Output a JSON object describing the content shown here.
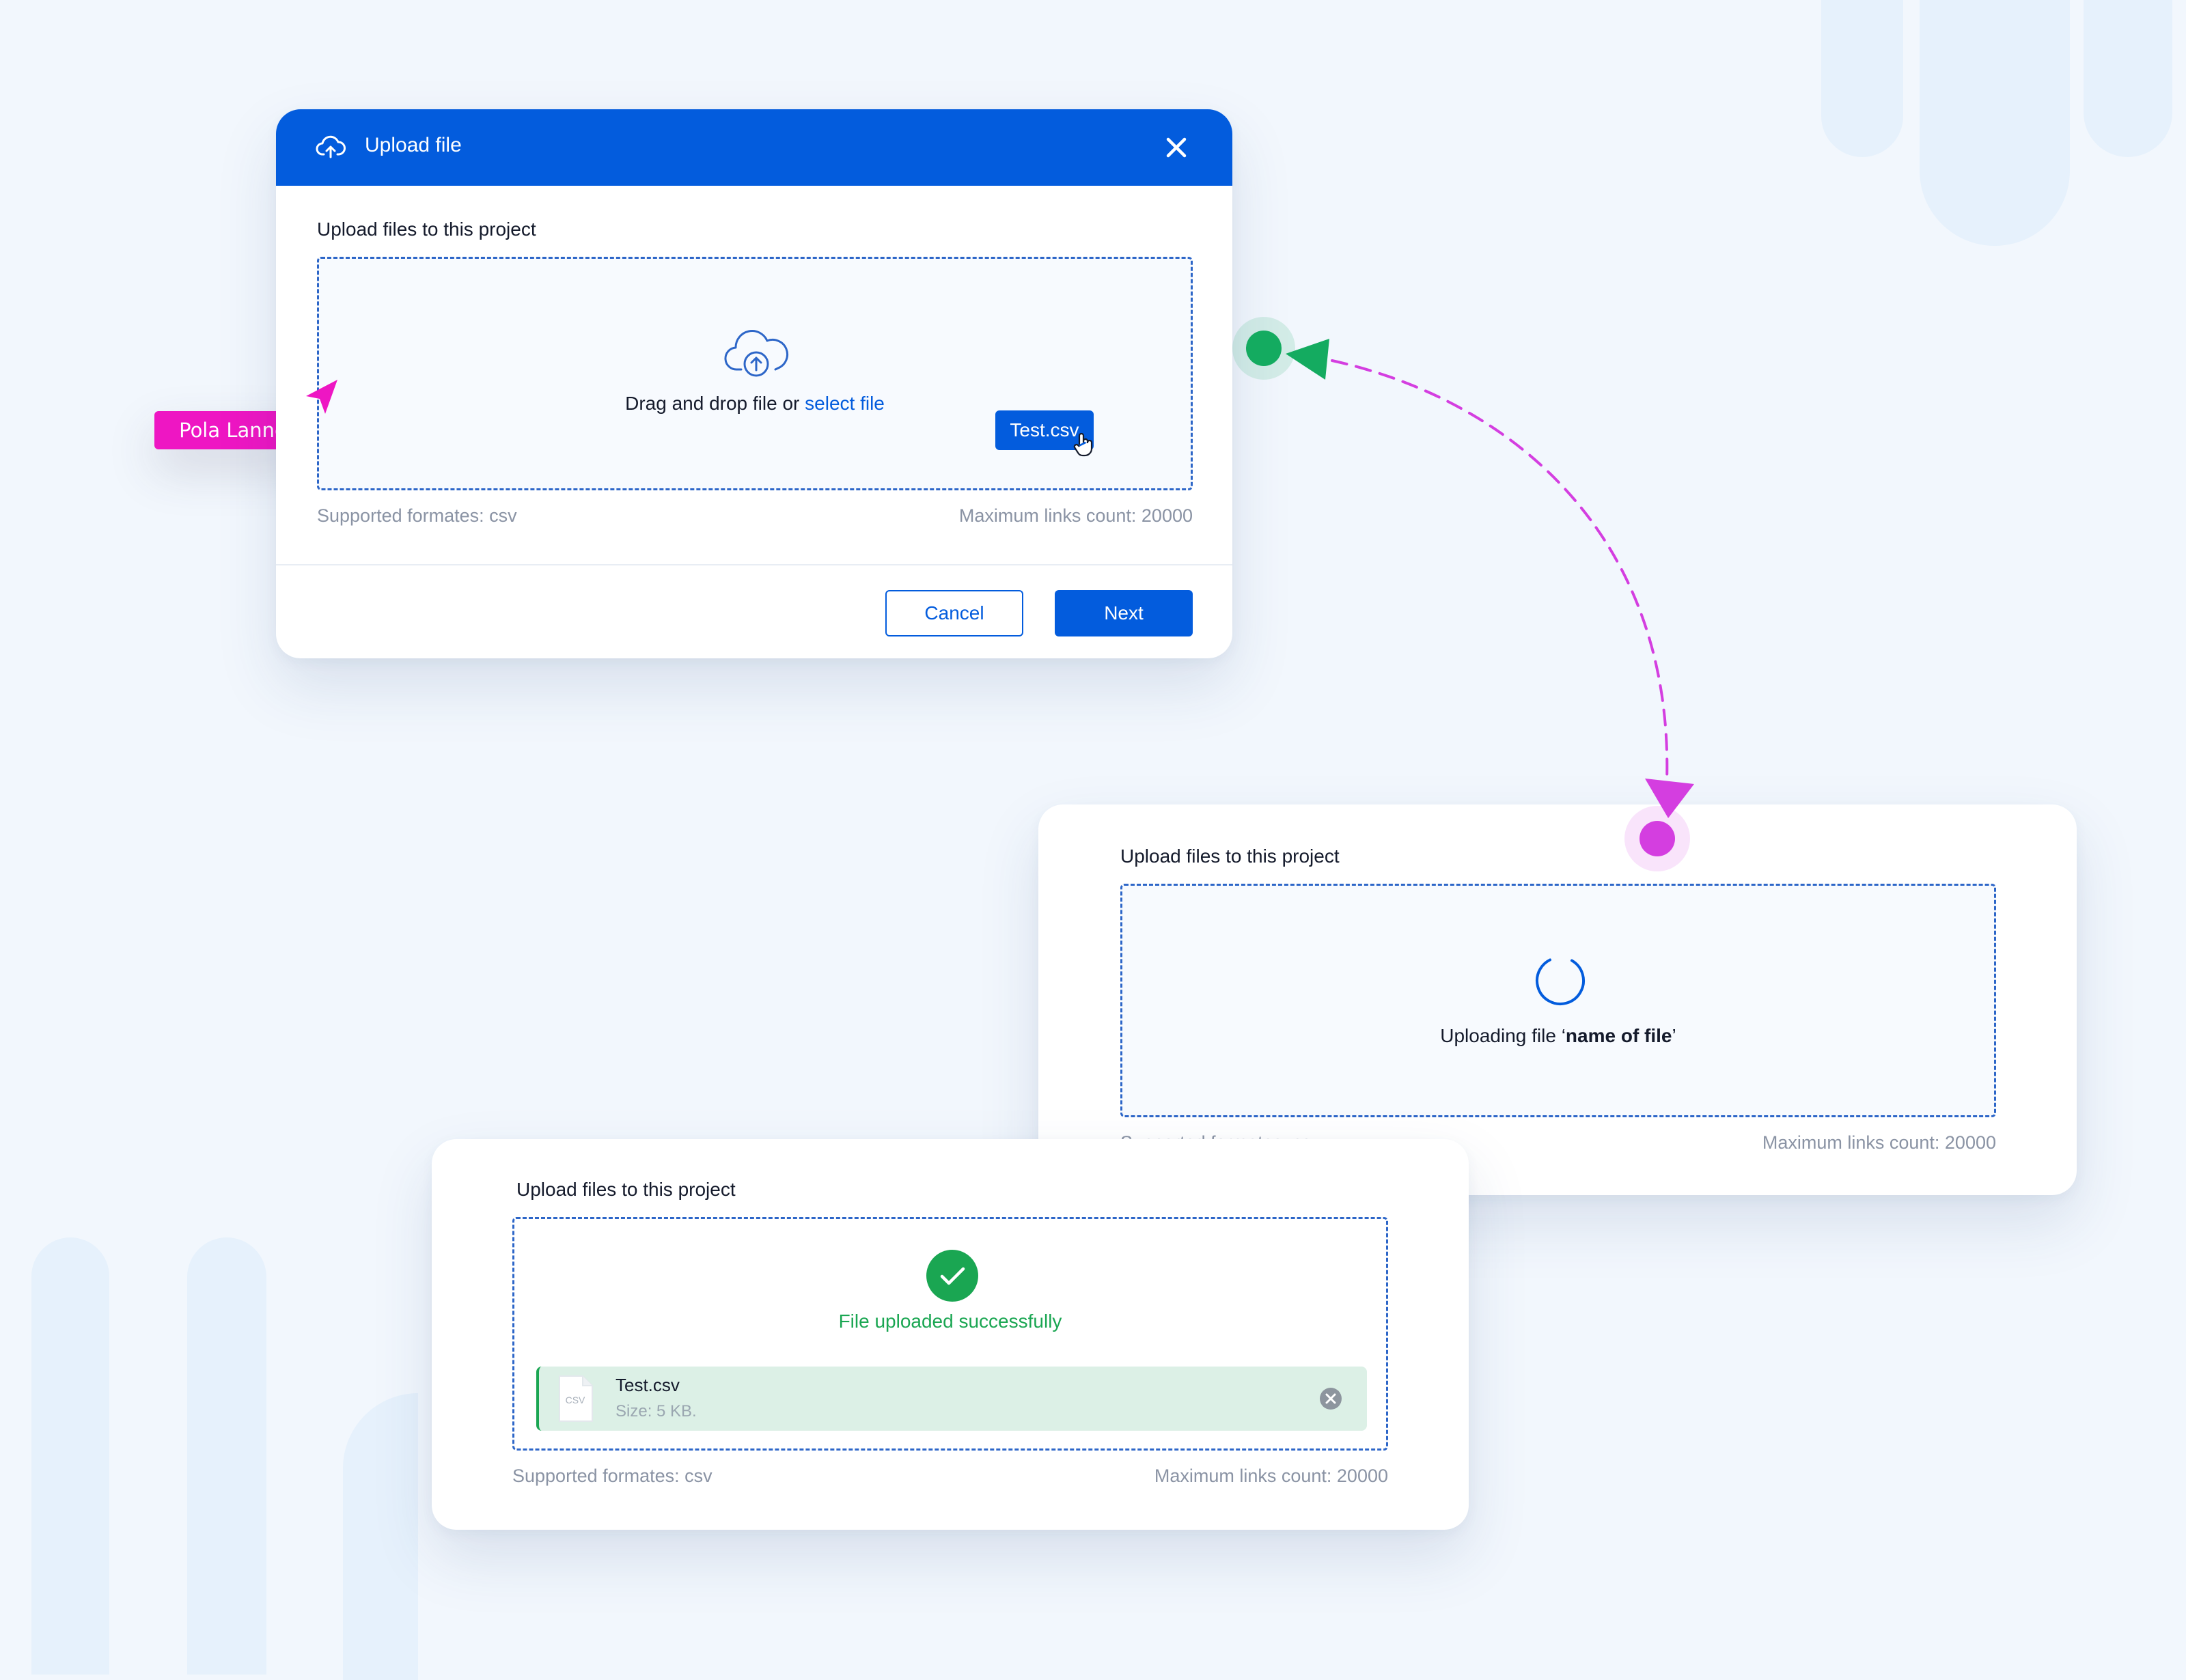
{
  "colors": {
    "brand": "#035cdd",
    "success": "#1aa652",
    "cursor_tag": "#ee16c3",
    "connector": "#d43ee0",
    "connector_start": "#14ab60"
  },
  "modal": {
    "title": "Upload file",
    "title_icon": "cloud-upload-icon",
    "close_icon": "close-icon",
    "section_title": "Upload files to this project",
    "dropzone_icon": "cloud-upload-icon",
    "drop_text": "Drag and drop file or ",
    "select_link": "select file",
    "dragged_file": "Test.csv",
    "cursor_icon": "hand-cursor-icon",
    "supported": "Supported formates:  csv",
    "max_links": "Maximum links count: 20000",
    "cancel_label": "Cancel",
    "next_label": "Next"
  },
  "collaborator": {
    "name": "Pola Lanne",
    "pointer_icon": "pointer-arrow-icon"
  },
  "uploading_card": {
    "section_title": "Upload files to this project",
    "spinner_icon": "spinner-icon",
    "text_prefix": "Uploading file ‘",
    "file_name_placeholder": "name of file",
    "text_suffix": "’",
    "supported": "Supported formates:  csv",
    "max_links": "Maximum links count: 20000"
  },
  "success_card": {
    "section_title": "Upload files to this project",
    "success_icon": "check-circle-icon",
    "success_text": "File uploaded successfully",
    "file": {
      "icon": "csv-file-icon",
      "icon_label": "CSV",
      "name": "Test.csv",
      "size": "Size: 5 KB.",
      "remove_icon": "remove-circle-icon"
    },
    "supported": "Supported formates:  csv",
    "max_links": "Maximum links count: 20000"
  }
}
